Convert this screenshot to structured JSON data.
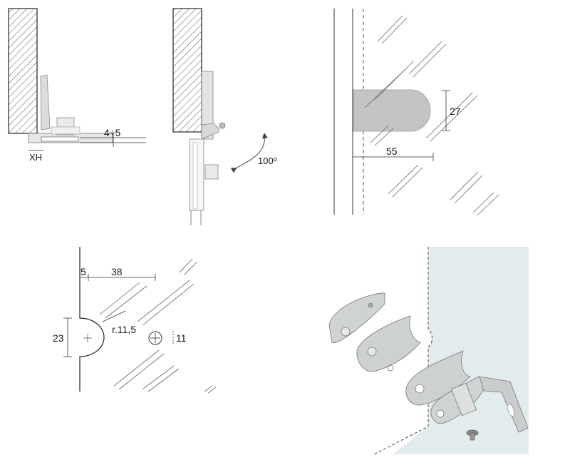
{
  "panel_a": {
    "dim_gap": "4÷5",
    "dim_xh": "XH"
  },
  "panel_b": {
    "angle": "100º"
  },
  "panel_c": {
    "dim_height": "27",
    "dim_length": "55"
  },
  "panel_d": {
    "dim_edge": "5",
    "dim_width": "38",
    "dim_height": "23",
    "radius": "r.11,5",
    "hole": "11"
  },
  "panel_e": {}
}
